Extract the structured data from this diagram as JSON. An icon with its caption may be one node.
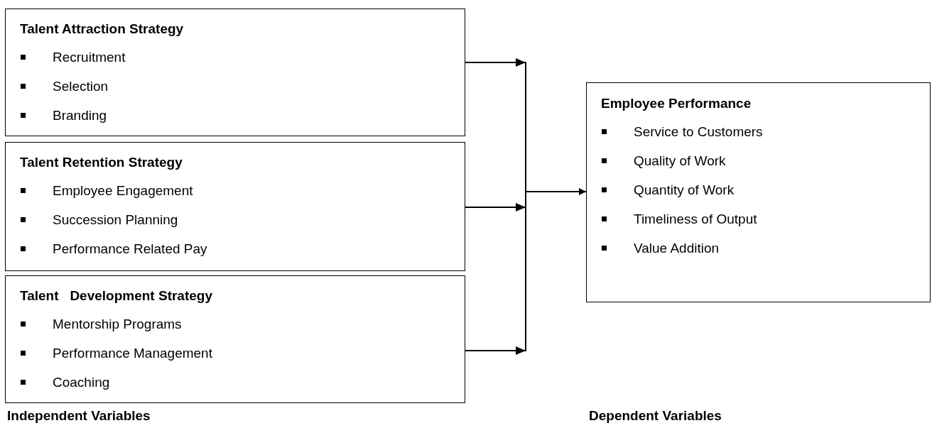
{
  "diagram": {
    "nodes": [
      {
        "text": [
          "Talent Attraction Strategy",
          "Recruitment",
          "Selection",
          "Branding"
        ]
      },
      {
        "text": [
          "Talent Retention Strategy",
          "Employee Engagement",
          "Succession Planning",
          "Performance Related Pay"
        ]
      },
      {
        "text": [
          "Talent   Development Strategy",
          "Mentorship Programs",
          "Performance Management",
          "Coaching"
        ]
      },
      {
        "text": [
          "Employee Performance",
          "Service to Customers",
          "Quality of Work",
          "Quantity of Work",
          "Timeliness of Output",
          "Value Addition"
        ]
      }
    ],
    "edges": [
      {
        "from": 0,
        "to": 3,
        "arrow": "to"
      },
      {
        "from": 1,
        "to": 3,
        "arrow": "to"
      },
      {
        "from": 2,
        "to": 3,
        "arrow": "to"
      }
    ],
    "labels": [
      "Independent Variables",
      "Dependent Variables"
    ]
  }
}
